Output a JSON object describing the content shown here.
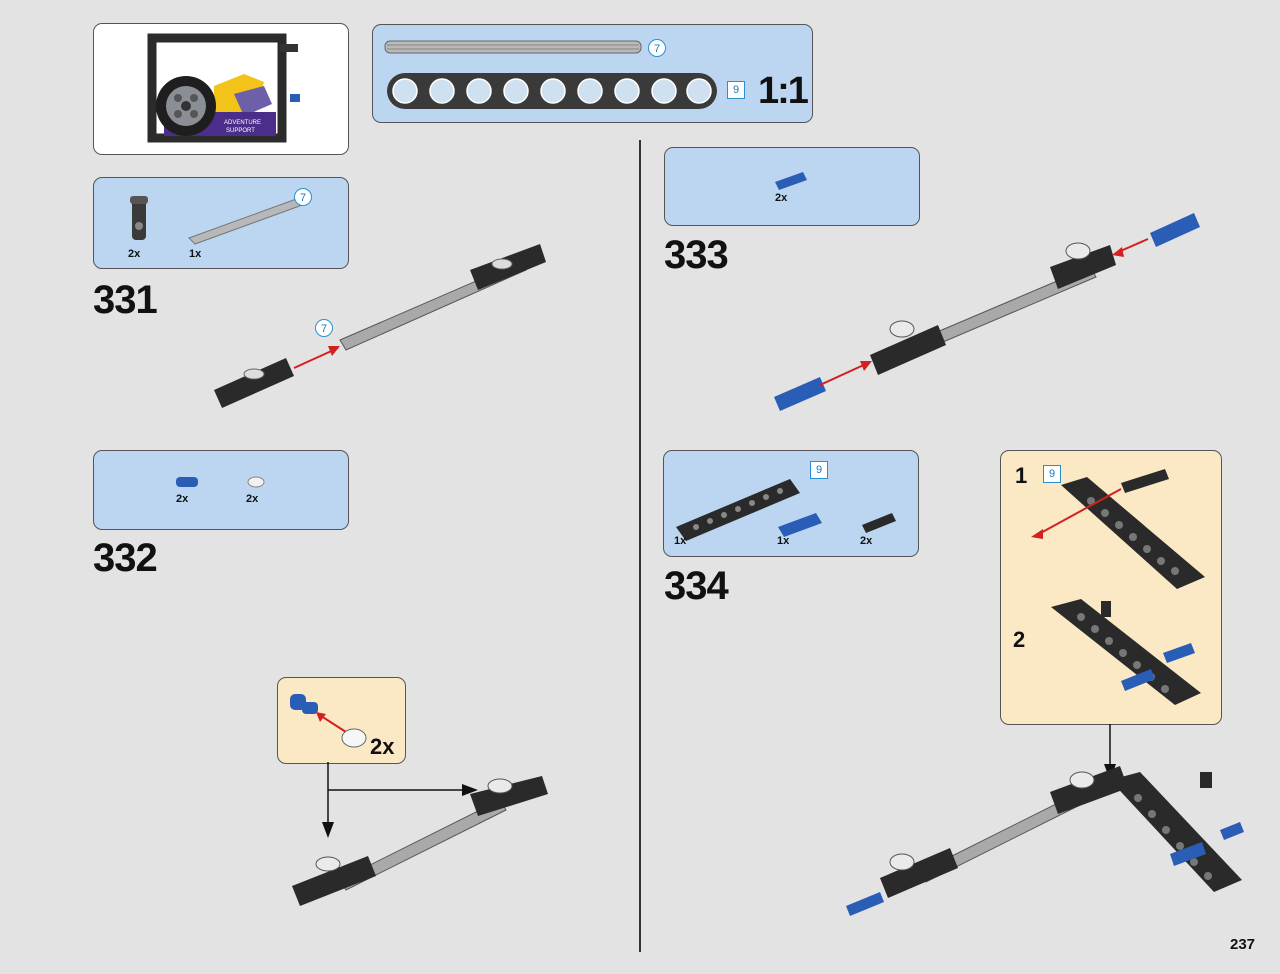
{
  "page": {
    "number": "237"
  },
  "ruler": {
    "axle_length": "7",
    "beam_length": "9",
    "scale": "1:1"
  },
  "steps": {
    "s331": {
      "number": "331",
      "parts": [
        {
          "qty": "2x"
        },
        {
          "qty": "1x"
        }
      ],
      "axle_badge": "7",
      "callout_badge": "7"
    },
    "s332": {
      "number": "332",
      "parts": [
        {
          "qty": "2x"
        },
        {
          "qty": "2x"
        }
      ],
      "subassembly_qty": "2x"
    },
    "s333": {
      "number": "333",
      "parts": [
        {
          "qty": "2x"
        }
      ]
    },
    "s334": {
      "number": "334",
      "parts": [
        {
          "qty": "1x"
        },
        {
          "qty": "1x"
        },
        {
          "qty": "2x"
        }
      ],
      "beam_badge": "9",
      "sub_steps": [
        {
          "label": "1",
          "badge": "9"
        },
        {
          "label": "2"
        }
      ]
    }
  },
  "icons": [
    "completed-model-image",
    "technic-axle",
    "technic-beam",
    "connector-peg",
    "bush",
    "axle-connector"
  ],
  "colors": {
    "panel_blue": "#bcd6f1",
    "panel_tan": "#fbe9c6",
    "badge_blue": "#2a8fd0",
    "arrow_red": "#d42020",
    "part_blue": "#2a5db5"
  }
}
